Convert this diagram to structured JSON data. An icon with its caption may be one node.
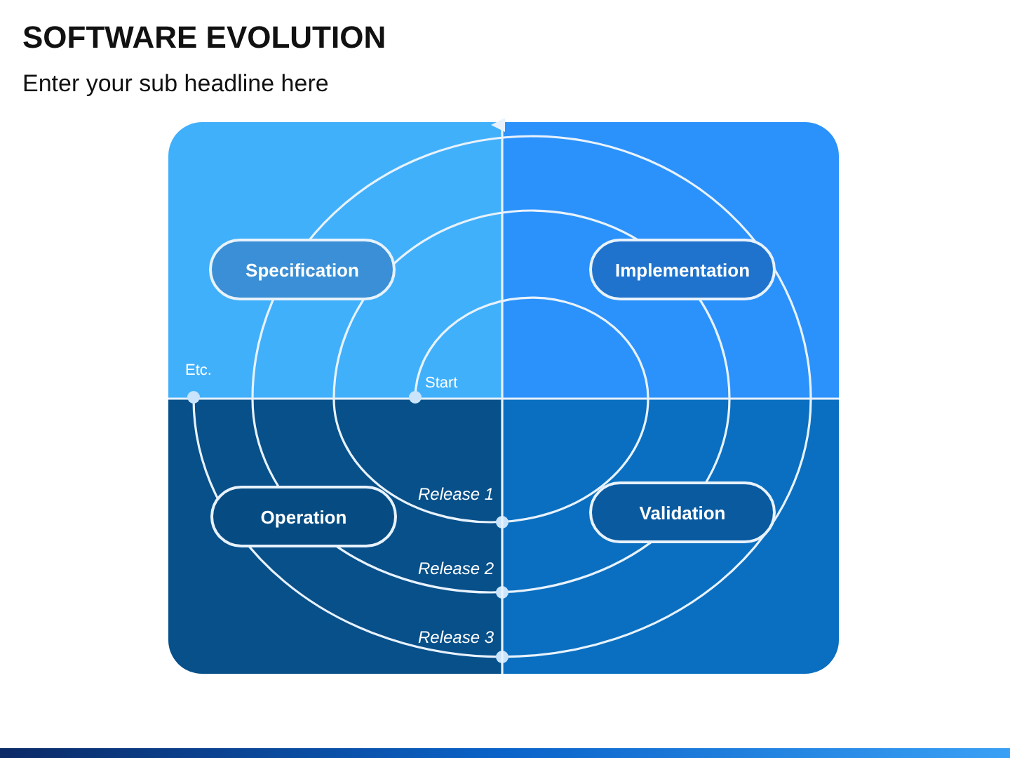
{
  "diagram": {
    "title": "SOFTWARE EVOLUTION",
    "nodes": [
      {
        "text": [
          "Specification"
        ]
      },
      {
        "text": [
          "Implementation"
        ]
      },
      {
        "text": [
          "Operation"
        ]
      },
      {
        "text": [
          "Validation"
        ]
      }
    ],
    "labels": [
      "Enter your sub headline here",
      "Etc.",
      "Start",
      "Release 1",
      "Release 2",
      "Release 3"
    ]
  }
}
